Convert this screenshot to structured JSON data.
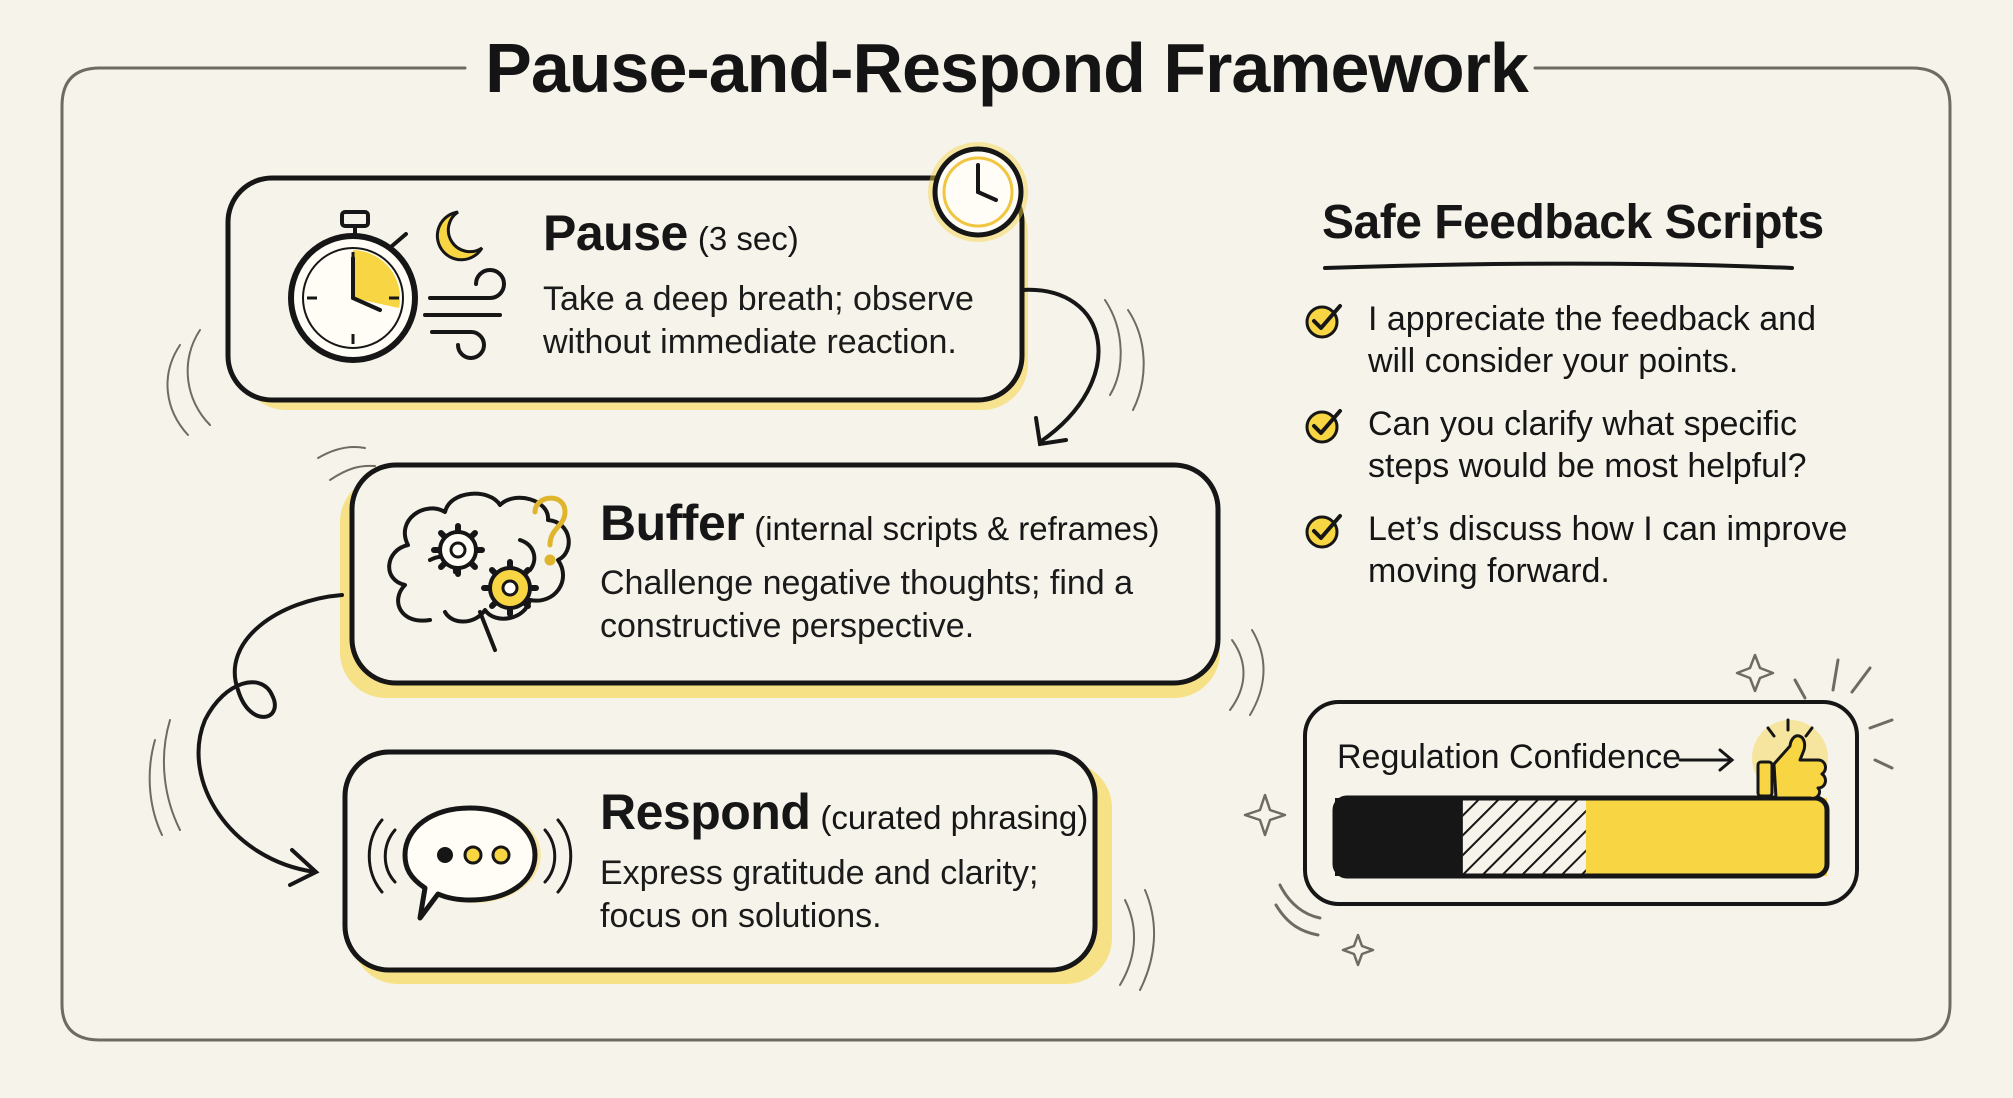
{
  "title": "Pause-and-Respond Framework",
  "colors": {
    "accent_yellow": "#f7d543",
    "ink": "#161616",
    "background": "#f6f3ea"
  },
  "steps": [
    {
      "name": "Pause",
      "detail": "(3 sec)",
      "lines": [
        "Take a deep breath; observe",
        "without immediate reaction."
      ],
      "icons": [
        "stopwatch-icon",
        "moon-icon",
        "wind-icon",
        "clock-icon"
      ]
    },
    {
      "name": "Buffer",
      "detail": "(internal scripts & reframes)",
      "lines": [
        "Challenge negative thoughts; find a",
        "constructive perspective."
      ],
      "icons": [
        "brain-gears-icon",
        "question-mark-icon"
      ]
    },
    {
      "name": "Respond",
      "detail": "(curated phrasing)",
      "lines": [
        "Express gratitude and clarity;",
        "focus on solutions."
      ],
      "icons": [
        "speech-bubble-icon"
      ]
    }
  ],
  "scripts": {
    "title": "Safe Feedback Scripts",
    "items": [
      [
        "I appreciate the feedback and",
        "will consider your points."
      ],
      [
        "Can you clarify what specific",
        "steps would be most helpful?"
      ],
      [
        "Let’s discuss how I can improve",
        "moving forward."
      ]
    ]
  },
  "confidence": {
    "label": "Regulation Confidence",
    "segments": [
      {
        "style": "solid-black",
        "fraction": 0.26
      },
      {
        "style": "hatched",
        "fraction": 0.25
      },
      {
        "style": "solid-yellow",
        "fraction": 0.49
      }
    ],
    "icon": "thumbs-up-icon"
  }
}
